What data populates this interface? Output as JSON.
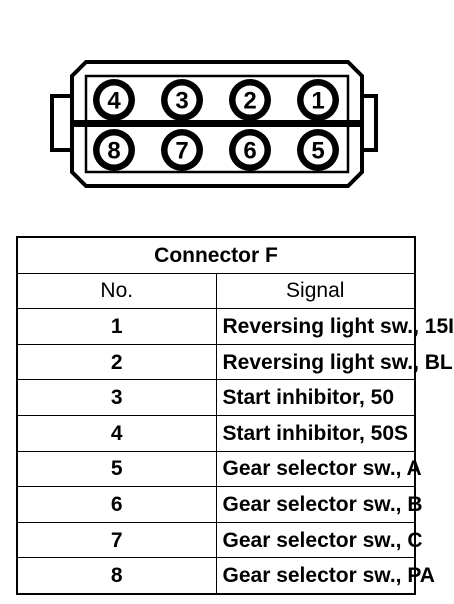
{
  "connector": {
    "pins_top": [
      "4",
      "3",
      "2",
      "1"
    ],
    "pins_bottom": [
      "8",
      "7",
      "6",
      "5"
    ]
  },
  "table": {
    "title": "Connector F",
    "headers": {
      "no": "No.",
      "signal": "Signal"
    },
    "rows": [
      {
        "no": "1",
        "signal": "Reversing light sw., 15I"
      },
      {
        "no": "2",
        "signal": "Reversing light sw., BL"
      },
      {
        "no": "3",
        "signal": "Start inhibitor, 50"
      },
      {
        "no": "4",
        "signal": "Start inhibitor, 50S"
      },
      {
        "no": "5",
        "signal": "Gear selector sw., A"
      },
      {
        "no": "6",
        "signal": "Gear selector sw., B"
      },
      {
        "no": "7",
        "signal": "Gear selector sw., C"
      },
      {
        "no": "8",
        "signal": "Gear selector sw., PA"
      }
    ]
  },
  "colors": {
    "ink": "#000000",
    "paper": "#ffffff"
  }
}
